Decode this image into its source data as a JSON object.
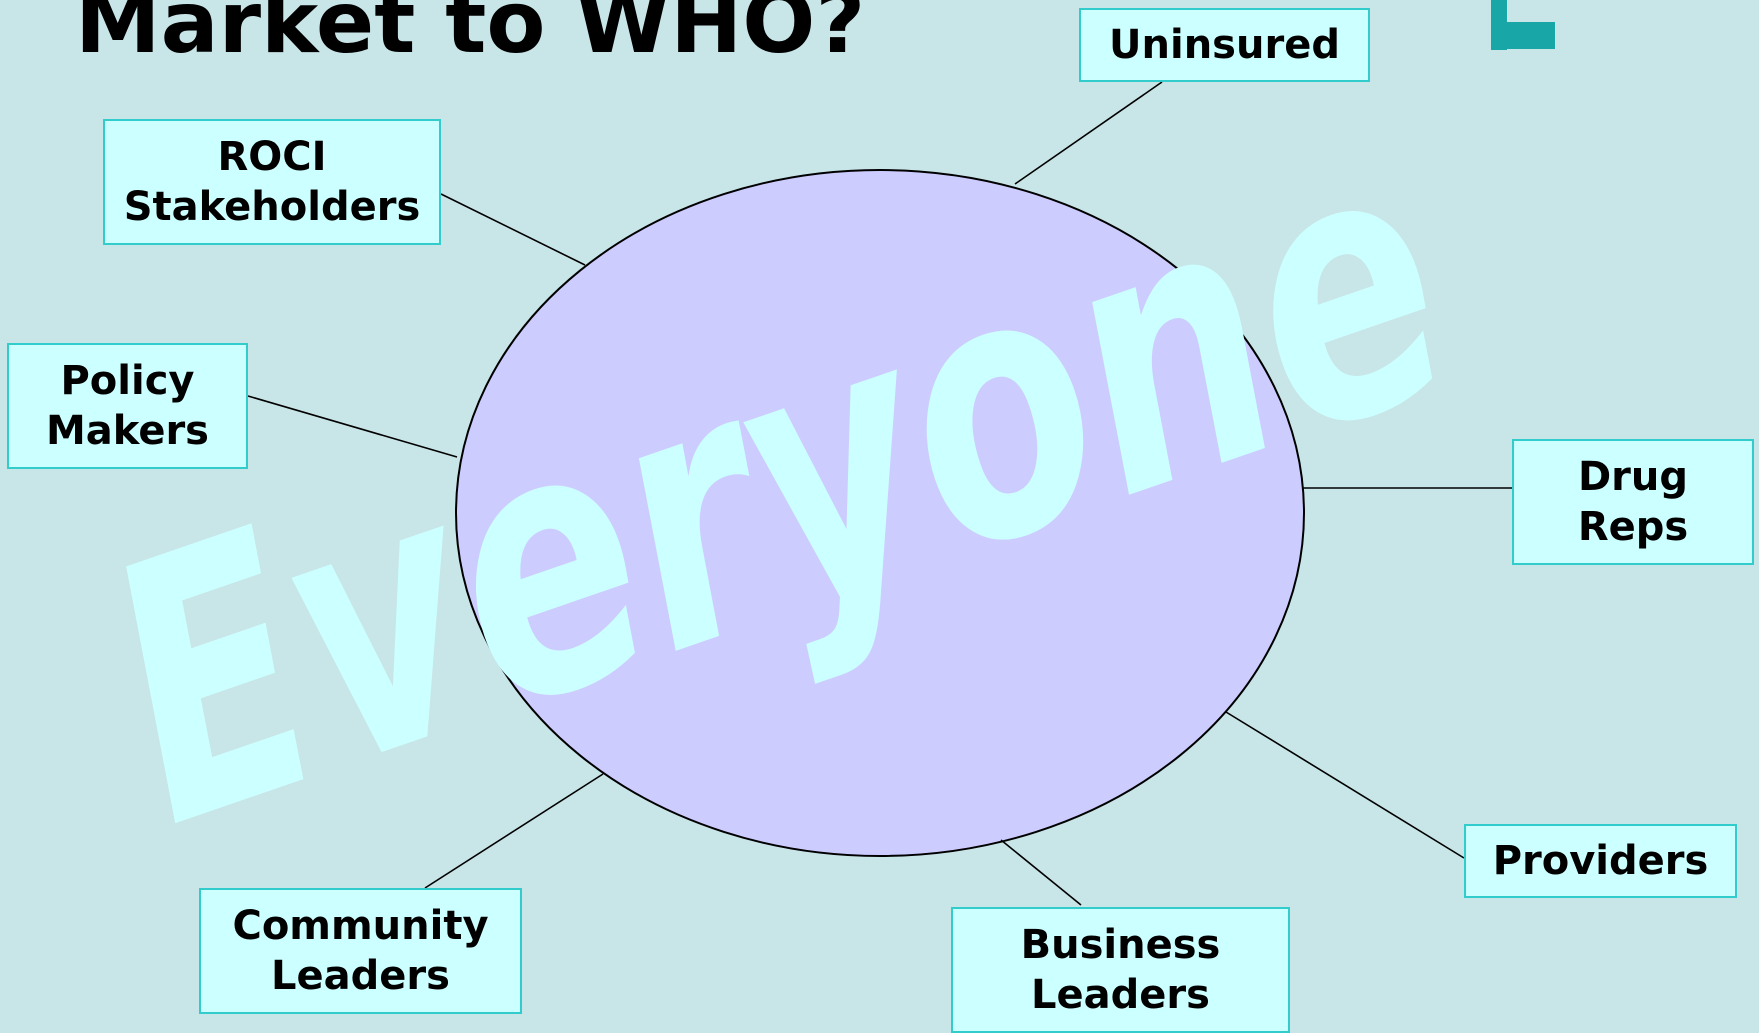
{
  "title": "Market to WHO?",
  "center": {
    "watermark": "Everyone"
  },
  "audiences": {
    "uninsured": {
      "lines": [
        "Uninsured"
      ]
    },
    "roci_stakeholders": {
      "lines": [
        "ROCI",
        "Stakeholders"
      ]
    },
    "policy_makers": {
      "lines": [
        "Policy",
        "Makers"
      ]
    },
    "drug_reps": {
      "lines": [
        "Drug",
        "Reps"
      ]
    },
    "providers": {
      "lines": [
        "Providers"
      ]
    },
    "business_leaders": {
      "lines": [
        "Business",
        "Leaders"
      ]
    },
    "community_leaders": {
      "lines": [
        "Community",
        "Leaders"
      ]
    }
  },
  "colors": {
    "background": "#c8e5e8",
    "ellipse_fill": "#ccccff",
    "watermark": "#ccffff",
    "box_fill": "#ccffff",
    "box_border": "#33cccc",
    "logo": "#19a6a6"
  }
}
